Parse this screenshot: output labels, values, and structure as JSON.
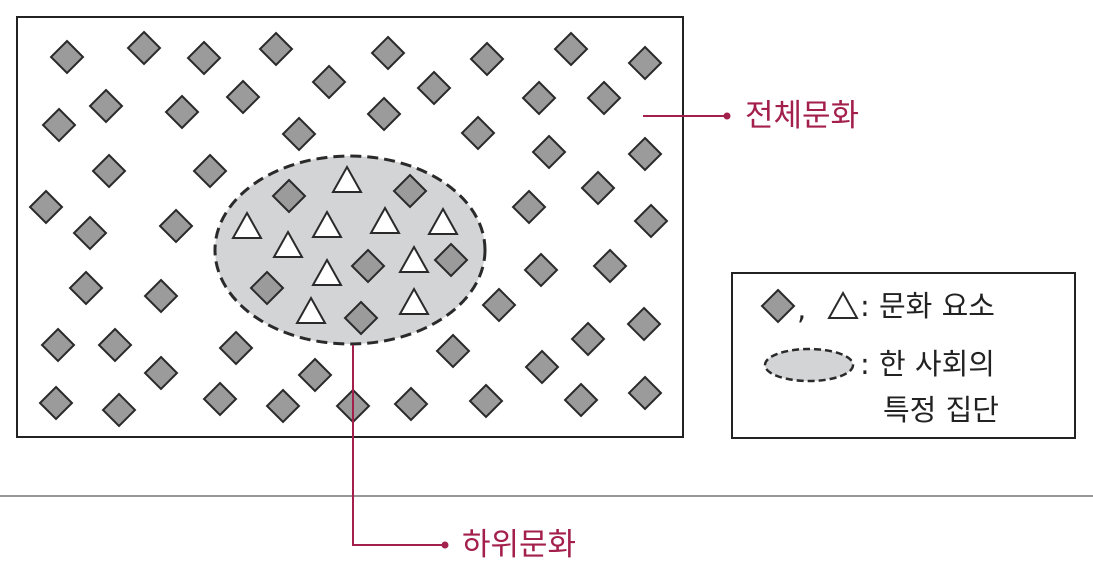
{
  "labels": {
    "whole_culture": "전체문화",
    "subculture": "하위문화"
  },
  "legend": {
    "elements_separator": ",",
    "elements_text": ": 문화 요소",
    "group_text_line1": ": 한 사회의",
    "group_text_line2": "특정 집단"
  },
  "colors": {
    "accent": "#a31f4c",
    "diamond_fill": "#9b9b9b",
    "ellipse_fill": "#d3d4d6",
    "stroke": "#2a2a2a"
  }
}
